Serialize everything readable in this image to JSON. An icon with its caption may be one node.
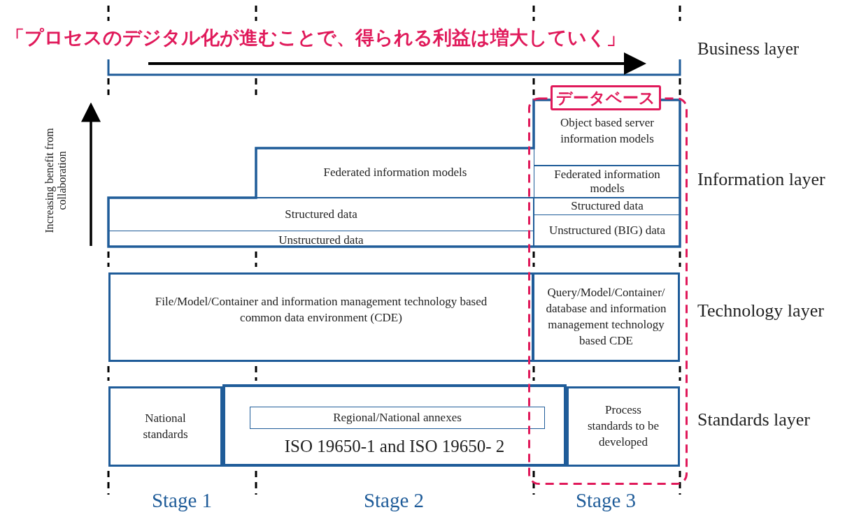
{
  "diagram": {
    "title": "「プロセスのデジタル化が進むことで、得られる利益は増大していく」",
    "nodes": [
      {
        "text": [
          "データベース"
        ]
      },
      {
        "text": [
          "Object based server information models"
        ],
        "in": 0
      },
      {
        "text": [
          "Federated information models"
        ]
      },
      {
        "text": [
          "Federated information models"
        ],
        "in": 0
      },
      {
        "text": [
          "Structured data"
        ]
      },
      {
        "text": [
          "Structured data"
        ],
        "in": 0
      },
      {
        "text": [
          "Unstructured data"
        ]
      },
      {
        "text": [
          "Unstructured (BIG) data"
        ],
        "in": 0
      },
      {
        "text": [
          "File/Model/Container and information management technology based common data environment (CDE)"
        ]
      },
      {
        "text": [
          "Query/Model/Container/ database and information management technology based CDE"
        ],
        "in": 0
      },
      {
        "text": [
          "National standards"
        ]
      },
      {
        "text": [
          "ISO 19650-1 and ISO 19650- 2"
        ]
      },
      {
        "text": [
          "Regional/National annexes"
        ],
        "in": 11
      },
      {
        "text": [
          "Process standards to be developed"
        ],
        "in": 0
      }
    ],
    "labels": [
      "Business layer",
      "Increasing benefit from collaboration",
      "Information layer",
      "Technology layer",
      "Standards layer",
      "Stage 1",
      "Stage 2",
      "Stage 3"
    ]
  }
}
